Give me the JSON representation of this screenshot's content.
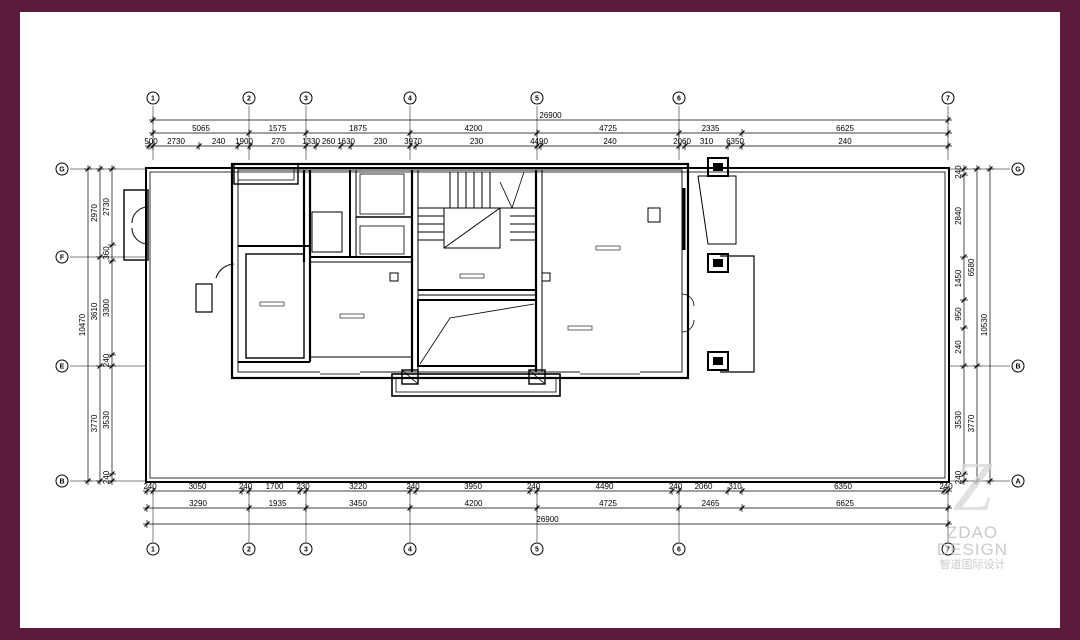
{
  "drawing": {
    "grid_columns": [
      "1",
      "2",
      "3",
      "4",
      "5",
      "6",
      "7"
    ],
    "grid_rows_left": [
      "G",
      "F",
      "E",
      "B"
    ],
    "grid_rows_right": [
      "G",
      "B",
      "A"
    ],
    "top_overall": "26900",
    "top_row1": [
      "5065",
      "1575",
      "1875",
      "4200",
      "4725",
      "2335",
      "6625"
    ],
    "top_row2": [
      "500",
      "2730",
      "240",
      "1900",
      "270",
      "1330",
      "260",
      "1630",
      "230",
      "3970",
      "230",
      "4490",
      "240",
      "2060",
      "310",
      "6350",
      "240"
    ],
    "bottom_row1": [
      "240",
      "3050",
      "240",
      "1700",
      "230",
      "3220",
      "240",
      "3950",
      "240",
      "4490",
      "240",
      "2060",
      "310",
      "6350",
      "240"
    ],
    "bottom_row2": [
      "3290",
      "1935",
      "3450",
      "4200",
      "4725",
      "2465",
      "6625"
    ],
    "bottom_overall": "26900",
    "left_outer": [
      "2970",
      "3610",
      "3770"
    ],
    "left_total": "10470",
    "left_inner": [
      "2730",
      "360",
      "3300",
      "240",
      "3530",
      "240"
    ],
    "right_inner": [
      "240",
      "2840",
      "1450",
      "950",
      "240",
      "3530",
      "240"
    ],
    "right_outer": [
      "6580",
      "3770"
    ],
    "right_total": "10530"
  },
  "watermark": {
    "logo": "Z",
    "line1": "ZDAO",
    "line2": "DESIGN",
    "line3": "智道国际设计"
  },
  "colors": {
    "frame": "#5c1a3c",
    "paper": "#ffffff",
    "ink": "#000000"
  }
}
